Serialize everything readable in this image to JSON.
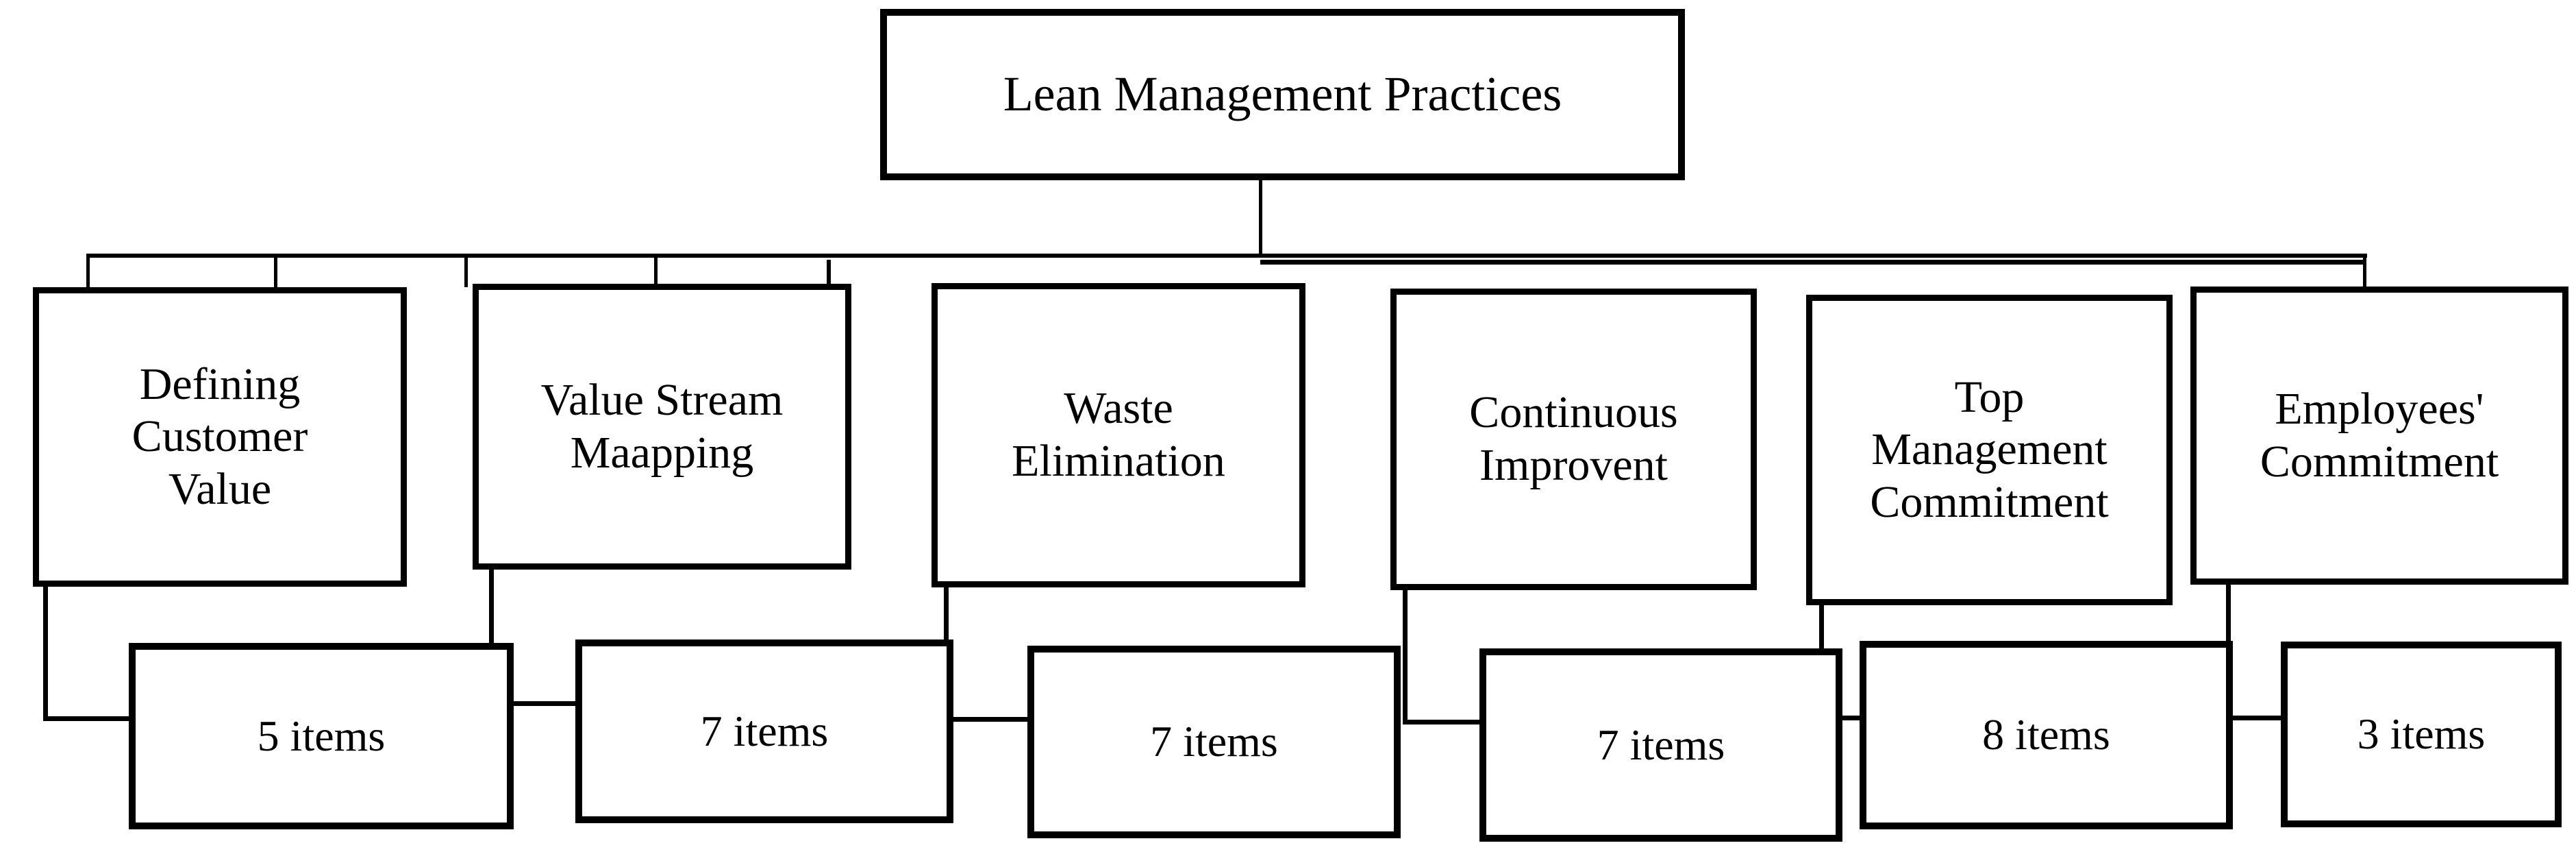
{
  "diagram": {
    "title": "Lean Management Practices",
    "type": "hierarchy-tree",
    "orientation": "top-down",
    "levels": 3,
    "background_color": "#ffffff",
    "line_color": "#000000",
    "text_color": "#000000"
  },
  "root": {
    "label": "Lean Management Practices"
  },
  "practices": [
    {
      "label": "Defining\nCustomer\nValue",
      "items_label": "5 items",
      "items_count": 5
    },
    {
      "label": "Value Stream\nMaapping",
      "items_label": "7 items",
      "items_count": 7
    },
    {
      "label": "Waste\nElimination",
      "items_label": "7 items",
      "items_count": 7
    },
    {
      "label": "Continuous\nImprovent",
      "items_label": "7 items",
      "items_count": 7
    },
    {
      "label": "Top\nManagement\nCommitment",
      "items_label": "8 items",
      "items_count": 8
    },
    {
      "label": "Employees'\nCommitment",
      "items_label": "3 items",
      "items_count": 3
    }
  ]
}
